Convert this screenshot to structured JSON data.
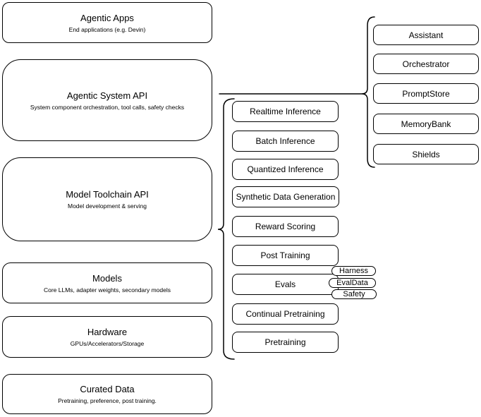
{
  "diagram": {
    "layers": [
      {
        "title": "Agentic Apps",
        "subtitle": "End applications (e.g. Devin)"
      },
      {
        "title": "Agentic System API",
        "subtitle": "System component orchestration, tool calls, safety checks"
      },
      {
        "title": "Model Toolchain API",
        "subtitle": "Model development & serving"
      },
      {
        "title": "Models",
        "subtitle": "Core LLMs, adapter weights, secondary models"
      },
      {
        "title": "Hardware",
        "subtitle": "GPUs/Accelerators/Storage"
      },
      {
        "title": "Curated Data",
        "subtitle": "Pretraining, preference, post training."
      }
    ],
    "toolchain_capabilities": [
      "Realtime Inference",
      "Batch Inference",
      "Quantized Inference",
      "Synthetic Data Generation",
      "Reward Scoring",
      "Post Training",
      "Evals",
      "Continual Pretraining",
      "Pretraining"
    ],
    "evals_tags": [
      "Harness",
      "EvalData",
      "Safety"
    ],
    "system_components": [
      "Assistant",
      "Orchestrator",
      "PromptStore",
      "MemoryBank",
      "Shields"
    ]
  },
  "colors": {
    "stroke": "#000000",
    "text": "#000000",
    "background": "#ffffff"
  }
}
